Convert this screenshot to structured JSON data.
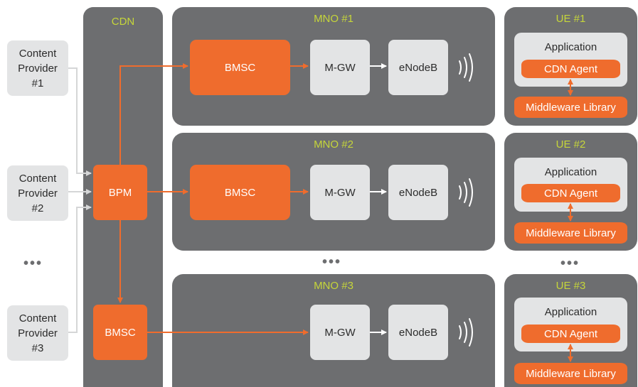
{
  "cdn": {
    "label": "CDN",
    "bpm": "BPM",
    "bmsc": "BMSC"
  },
  "content_providers": [
    {
      "line1": "Content",
      "line2": "Provider",
      "line3": "#1"
    },
    {
      "line1": "Content",
      "line2": "Provider",
      "line3": "#2"
    },
    {
      "line1": "Content",
      "line2": "Provider",
      "line3": "#3"
    }
  ],
  "mnos": [
    {
      "title": "MNO #1",
      "bmsc": "BMSC",
      "mgw": "M-GW",
      "enodeb": "eNodeB"
    },
    {
      "title": "MNO #2",
      "bmsc": "BMSC",
      "mgw": "M-GW",
      "enodeb": "eNodeB"
    },
    {
      "title": "MNO #3",
      "mgw": "M-GW",
      "enodeb": "eNodeB"
    }
  ],
  "ues": [
    {
      "title": "UE #1",
      "app": "Application",
      "agent": "CDN Agent",
      "lib": "Middleware Library"
    },
    {
      "title": "UE #2",
      "app": "Application",
      "agent": "CDN Agent",
      "lib": "Middleware Library"
    },
    {
      "title": "UE #3",
      "app": "Application",
      "agent": "CDN Agent",
      "lib": "Middleware Library"
    }
  ],
  "ellipsis": "•••",
  "colors": {
    "panel": "#6d6e70",
    "orange": "#ef6c2d",
    "light": "#e3e4e5",
    "title": "#c6d63a",
    "connector_gray": "#d5d6d7"
  }
}
